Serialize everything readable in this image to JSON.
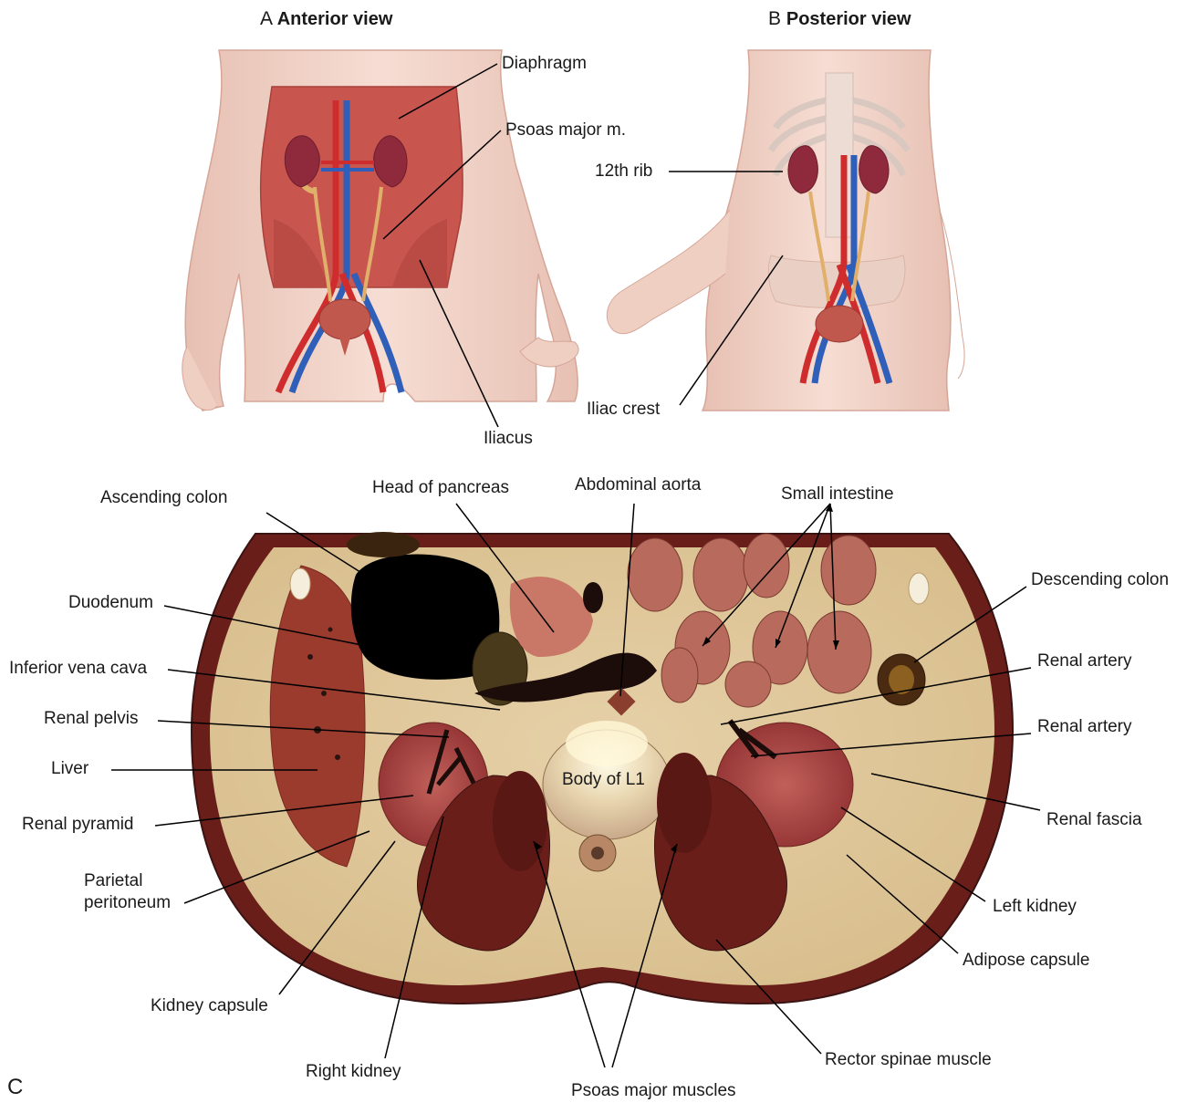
{
  "figure": {
    "panel_a": {
      "letter": "A",
      "title": "Anterior view"
    },
    "panel_b": {
      "letter": "B",
      "title": "Posterior view"
    },
    "panel_c": {
      "letter": "C"
    },
    "labels_a": {
      "diaphragm": "Diaphragm",
      "psoas": "Psoas major m.",
      "iliacus": "Iliacus"
    },
    "labels_b": {
      "rib12": "12th rib",
      "iliac_crest": "Iliac crest"
    },
    "labels_c": {
      "ascending_colon": "Ascending colon",
      "head_pancreas": "Head of pancreas",
      "abdominal_aorta": "Abdominal aorta",
      "small_intestine": "Small intestine",
      "descending_colon": "Descending colon",
      "duodenum": "Duodenum",
      "ivc": "Inferior vena cava",
      "renal_artery_1": "Renal artery",
      "renal_artery_2": "Renal artery",
      "renal_pelvis": "Renal pelvis",
      "liver": "Liver",
      "body_l1": "Body of L1",
      "renal_fascia": "Renal fascia",
      "renal_pyramid": "Renal pyramid",
      "parietal_1": "Parietal",
      "parietal_2": "peritoneum",
      "left_kidney": "Left kidney",
      "adipose_capsule": "Adipose capsule",
      "kidney_capsule": "Kidney capsule",
      "right_kidney": "Right kidney",
      "rector_spinae": "Rector spinae muscle",
      "psoas_muscles": "Psoas major muscles"
    }
  }
}
